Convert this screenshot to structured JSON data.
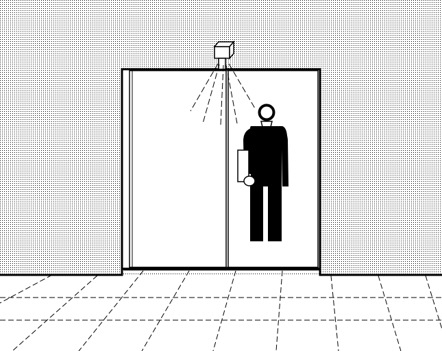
{
  "scene": {
    "colors": {
      "background": "#ffffff",
      "ink": "#000000",
      "wall_dot": "#000000"
    },
    "elements": {
      "wall": "stippled-wall",
      "floor": "dashed-perspective-floor",
      "doorway": "automatic-sliding-door",
      "sensor": "motion-sensor-box",
      "person": "man-in-suit-with-folder-icon"
    }
  }
}
